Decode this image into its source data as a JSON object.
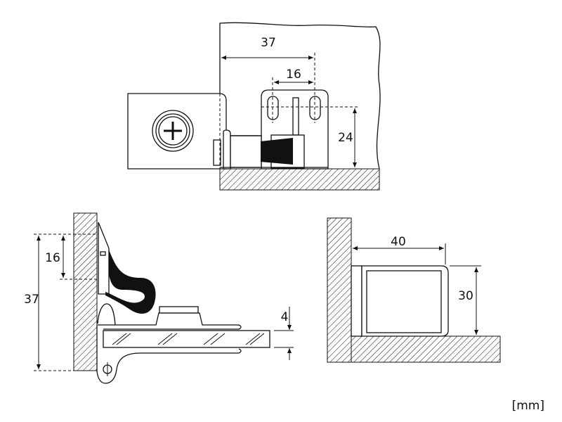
{
  "top_view": {
    "dim_width": "37",
    "dim_slot_spacing": "16",
    "dim_height": "24"
  },
  "side_view": {
    "dim_total": "37",
    "dim_upper": "16",
    "dim_shelf": "4"
  },
  "box_view": {
    "dim_width": "40",
    "dim_height": "30"
  },
  "unit_label": "[mm]"
}
